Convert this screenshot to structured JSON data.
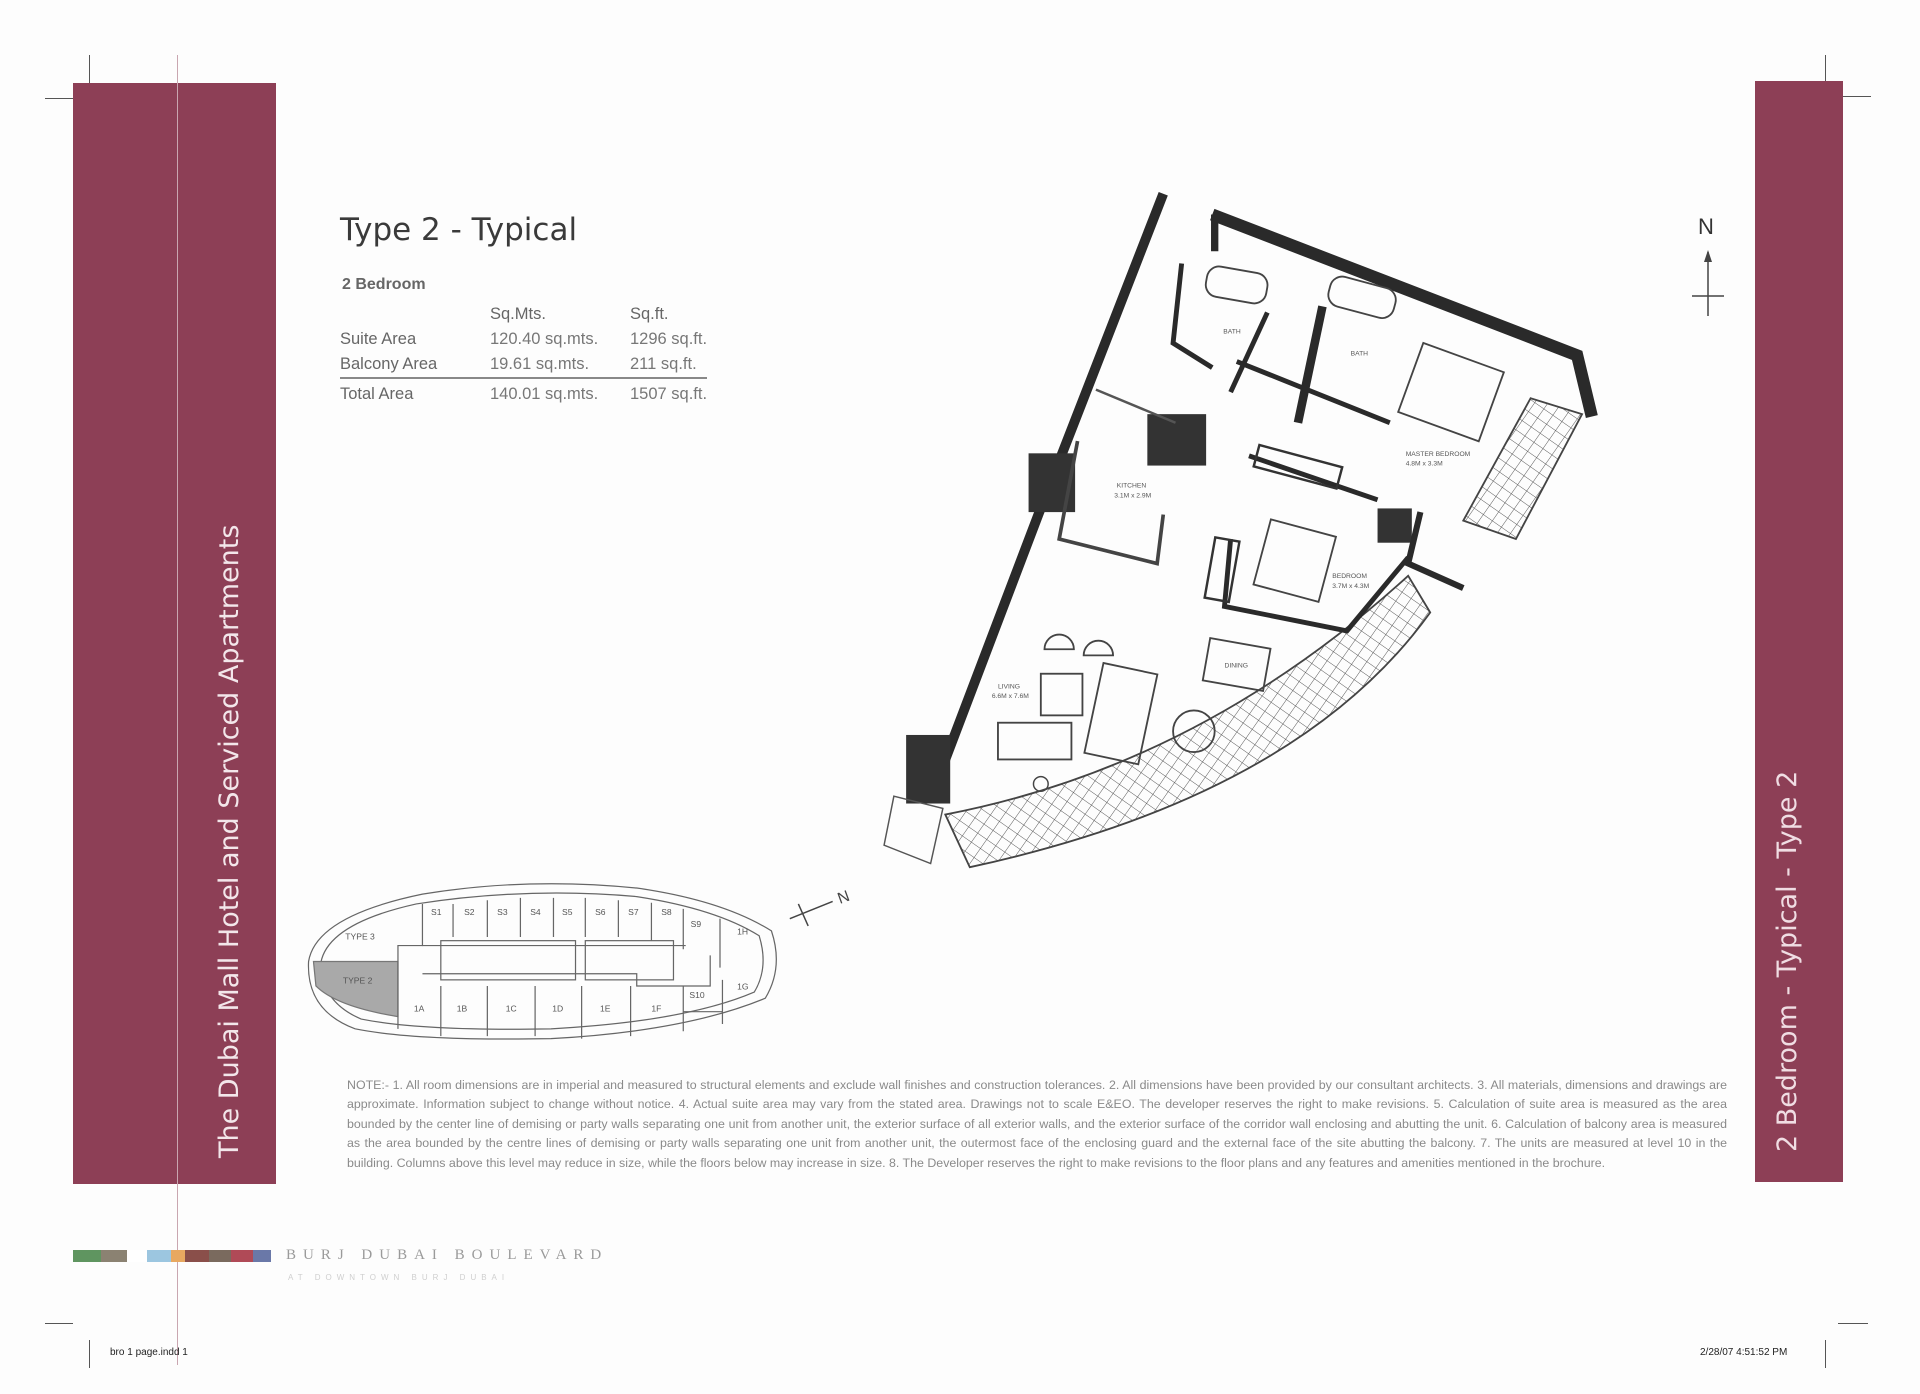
{
  "side_band_left": {
    "text": "The Dubai Mall Hotel and Serviced Apartments",
    "color": "#8d3f56"
  },
  "side_band_right": {
    "text": "2 Bedroom - Typical - Type 2",
    "color": "#8d3f56"
  },
  "header": {
    "title": "Type 2 - Typical",
    "subtitle": "2 Bedroom"
  },
  "area_table": {
    "columns": [
      "",
      "Sq.Mts.",
      "Sq.ft."
    ],
    "rows": [
      {
        "label": "Suite Area",
        "sqm": "120.40 sq.mts.",
        "sqft": "1296 sq.ft."
      },
      {
        "label": "Balcony Area",
        "sqm": "19.61  sq.mts.",
        "sqft": "211 sq.ft."
      }
    ],
    "total": {
      "label": "Total Area",
      "sqm": "140.01 sq.mts.",
      "sqft": "1507 sq.ft."
    }
  },
  "compass": {
    "north_label": "N",
    "keyplan_north_label": "N"
  },
  "floor_plan": {
    "rooms": {
      "bath1": "BATH",
      "bath2": "BATH",
      "master": "MASTER BEDROOM",
      "master_dim": "4.8M x 3.3M",
      "kitchen": "KITCHEN",
      "kitchen_dim": "3.1M x 2.9M",
      "bedroom": "BEDROOM",
      "bedroom_dim": "3.7M x 4.3M",
      "dining": "DINING",
      "living": "LIVING",
      "living_dim": "6.6M x 7.6M"
    }
  },
  "key_plan": {
    "highlight": "TYPE 2",
    "units": [
      "TYPE 3",
      "TYPE 2",
      "S1",
      "S2",
      "S3",
      "S4",
      "S5",
      "S6",
      "S7",
      "S8",
      "S9",
      "1H",
      "1G",
      "S10",
      "1A",
      "1B",
      "1C",
      "1D",
      "1E",
      "1F"
    ],
    "highlight_color": "#a9a9a9"
  },
  "notes": "NOTE:- 1. All room dimensions are in imperial and measured to structural elements and exclude wall finishes and construction tolerances. 2. All dimensions have been provided by our consultant architects. 3. All materials, dimensions and drawings are approximate. Information subject to change without notice. 4. Actual suite area may vary from the stated area. Drawings not to scale E&EO. The developer reserves the right to make revisions. 5. Calculation of suite area is measured as the area bounded by the center line of demising or party walls separating one unit from another unit, the exterior surface of all exterior walls, and the exterior surface of the corridor wall enclosing and abutting the unit. 6. Calculation of balcony area is measured as the area bounded by the centre lines of demising or party walls separating one unit from another unit, the outermost face of the enclosing guard and the external face of the site abutting the balcony. 7. The units are measured at level 10 in the building. Columns above this level may reduce in size, while the floors below may increase in size. 8. The Developer reserves the right to make revisions to the floor plans and any features and amenities mentioned in the brochure.",
  "footer": {
    "brand": "BURJ DUBAI BOULEVARD",
    "brand_sub": "AT DOWNTOWN BURJ DUBAI",
    "brand_colors": [
      "#5f9560",
      "#8b8272",
      "#ffffff",
      "#9cc6e0",
      "#e8a860",
      "#8a4f4a",
      "#7a6a5e",
      "#b04a57",
      "#6a78a8"
    ],
    "slug_left": "bro 1 page.indd   1",
    "slug_right": "2/28/07   4:51:52 PM"
  }
}
